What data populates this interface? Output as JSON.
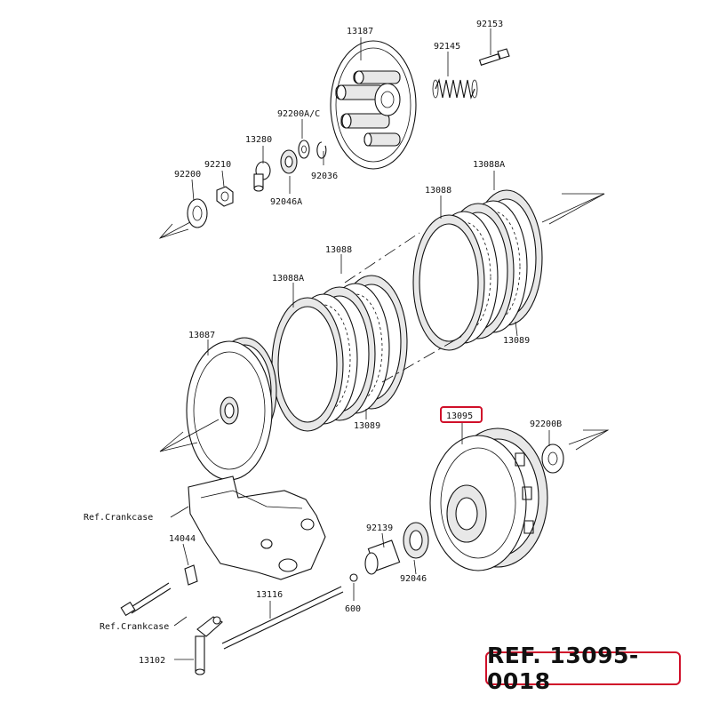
{
  "labels": {
    "p13187": "13187",
    "p92153": "92153",
    "p92145": "92145",
    "p92200ac": "92200A/C",
    "p13280": "13280",
    "p92210": "92210",
    "p92200": "92200",
    "p92036": "92036",
    "p92046a": "92046A",
    "p13088a_top": "13088A",
    "p13088_top": "13088",
    "p13089_top": "13089",
    "p13088_mid": "13088",
    "p13088a_mid": "13088A",
    "p13087": "13087",
    "p13089_mid": "13089",
    "p13095": "13095",
    "p92200b": "92200B",
    "ref_crankcase_1": "Ref.Crankcase",
    "p14044": "14044",
    "p92139": "92139",
    "p92046": "92046",
    "p13116": "13116",
    "p600": "600",
    "ref_crankcase_2": "Ref.Crankcase",
    "p13102": "13102"
  },
  "highlight": {
    "part": "13095",
    "color": "#d0102a"
  },
  "reference": {
    "text": "REF. 13095-0018",
    "border_color": "#d0102a"
  }
}
